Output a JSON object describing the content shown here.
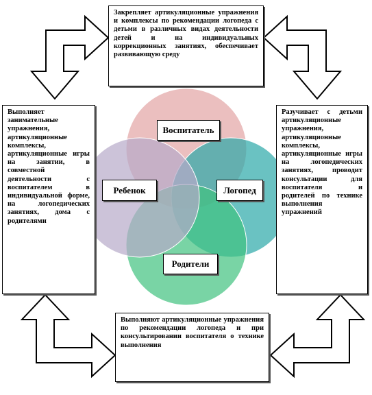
{
  "diagram": {
    "circles": [
      {
        "id": "vospitatel",
        "label": "Воспитатель",
        "color": "#e3a4a4"
      },
      {
        "id": "logoped",
        "label": "Логопед",
        "color": "#2ba8a8"
      },
      {
        "id": "roditeli",
        "label": "Родители",
        "color": "#40c27f"
      },
      {
        "id": "rebenok",
        "label": "Ребенок",
        "color": "#b6aac9"
      }
    ],
    "boxes": {
      "top": "Закрепляет артикуляционные упражнения и комплексы по рекомендации логопеда с детьми в различных видах деятельности детей и на индивидуальных коррекционных занятиях, обеспечивает развивающую среду",
      "left": "Выполняет занимательные упражнения, артикуляционные комплексы, артикуляционные игры на занятии, в совместной деятельности с воспитателем в индивидуальной форме, на логопедических занятиях, дома с родителями",
      "right": "Разучивает с детьми артикуляционные упражнения, артикуляционные комплексы, артикуляционные игры на логопедических занятиях, проводит консультации для воспитателя и родителей по технике выполнения упражнений",
      "bottom": "Выполняют артикуляционные упражнения по рекомендации логопеда и при консультировании воспитателя о технике выполнения"
    }
  }
}
